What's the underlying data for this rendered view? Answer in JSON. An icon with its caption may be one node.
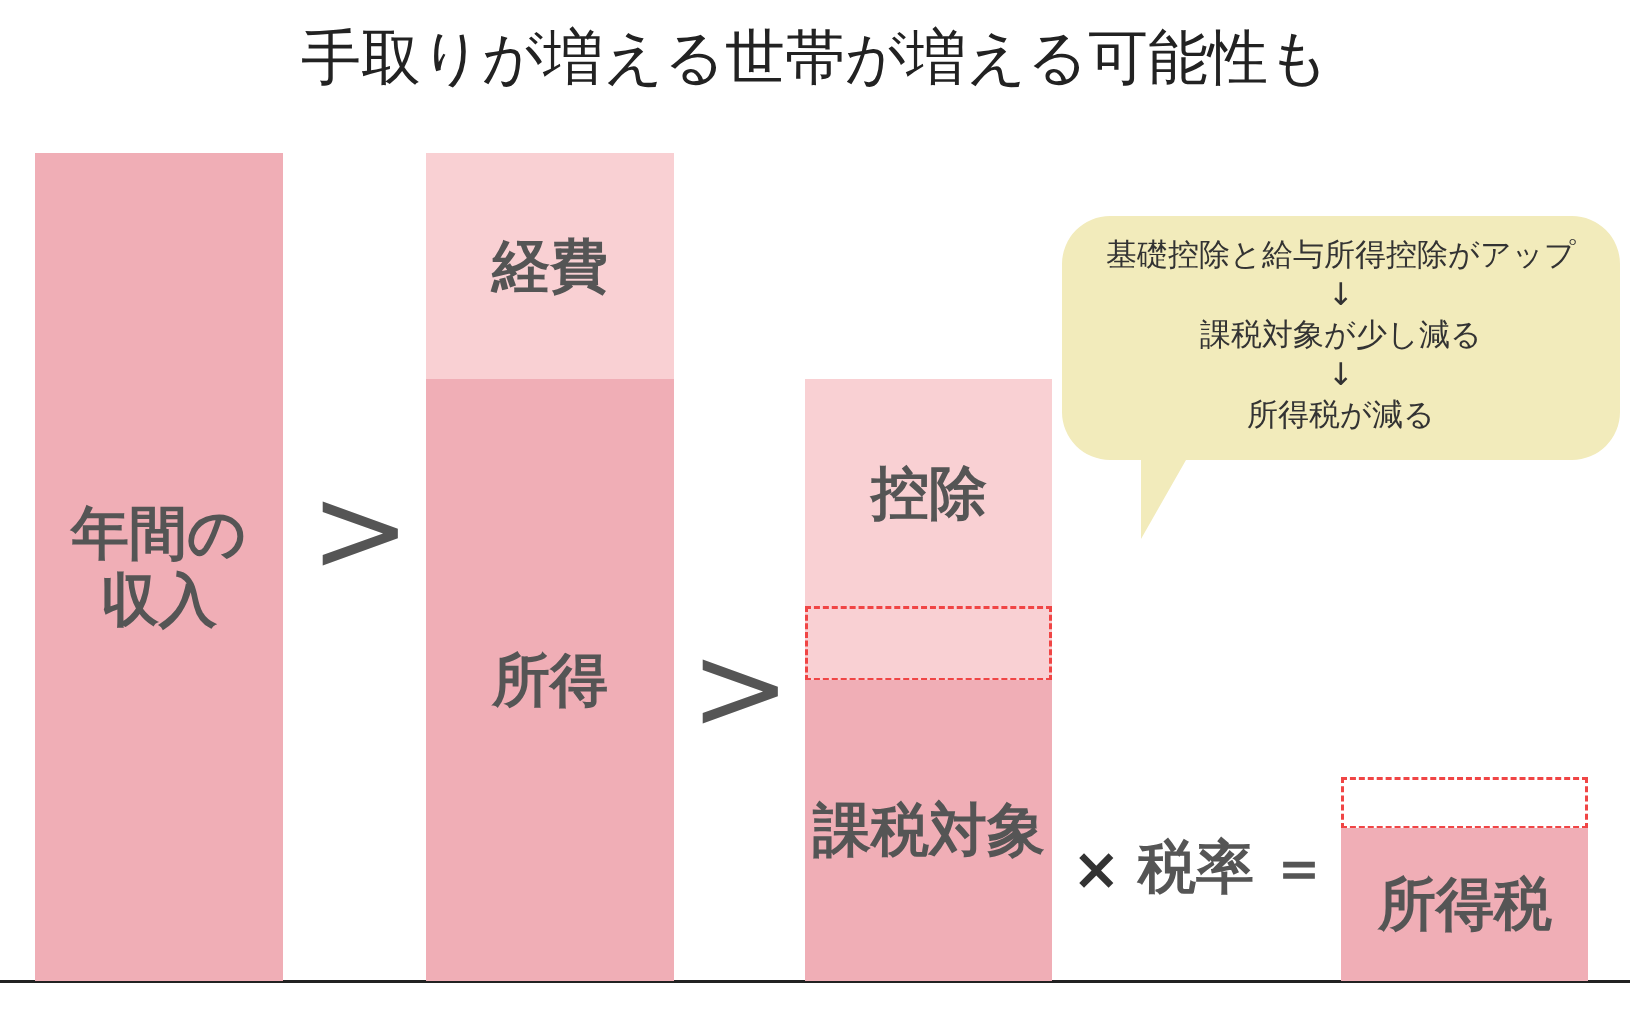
{
  "diagram": {
    "title": "手取りが増える世帯が増える可能性も",
    "nodes": [
      {
        "text": [
          "年間の収入"
        ]
      },
      {
        "text": [
          "経費"
        ]
      },
      {
        "text": [
          "所得"
        ]
      },
      {
        "text": [
          "控除"
        ]
      },
      {
        "text": [],
        "shape": "box"
      },
      {
        "text": [
          "課税対象"
        ]
      },
      {
        "text": [
          "基礎控除と給与所得控除がアップ",
          "↓",
          "課税対象が少し減る",
          "↓",
          "所得税が減る"
        ]
      },
      {
        "text": [],
        "shape": "box"
      },
      {
        "text": [
          "所得税"
        ]
      }
    ],
    "edges": [],
    "labels": [
      ">",
      ">",
      "×",
      "税率",
      "＝"
    ]
  }
}
